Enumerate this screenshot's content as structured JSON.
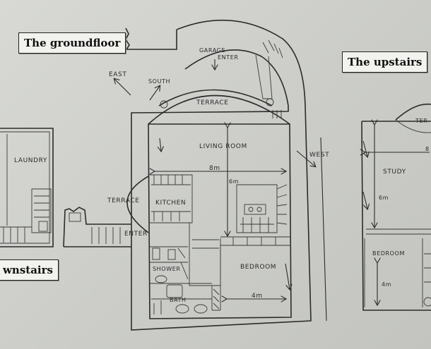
{
  "labels": {
    "groundfloor": "The groundfloor",
    "upstairs": "The upstairs",
    "downstairs": "wnstairs"
  },
  "ground": {
    "garage_line1": "GARAGE",
    "garage_line2": "ENTER",
    "terrace_top": "TERRACE",
    "terrace_left": "TERRACE",
    "living_room": "LIVING ROOM",
    "kitchen": "KITCHEN",
    "bedroom": "BEDROOM",
    "shower": "SHOWER",
    "bath": "BATH",
    "enter": "ENTER",
    "dim_8m": "8m",
    "dim_6m": "6m",
    "dim_4m": "4m"
  },
  "compass": {
    "east": "EAST",
    "south": "SOUTH",
    "west": "WEST"
  },
  "downstairs": {
    "laundry": "LAUNDRY"
  },
  "upstairs": {
    "terrace": "TER",
    "study": "STUDY",
    "bedroom": "BEDROOM",
    "dim_8": "8",
    "dim_6m": "6m",
    "dim_4m": "4m"
  }
}
